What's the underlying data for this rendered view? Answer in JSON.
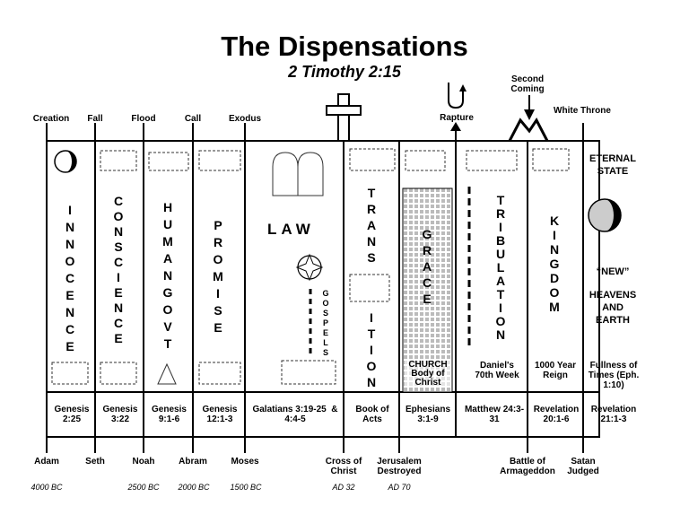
{
  "title": "The Dispensations",
  "subtitle": "2 Timothy 2:15",
  "top_labels": {
    "creation": "Creation",
    "fall": "Fall",
    "flood": "Flood",
    "call": "Call",
    "exodus": "Exodus",
    "rapture": "Rapture",
    "second_coming": "Second Coming",
    "white_throne": "White Throne"
  },
  "dispensations": {
    "innocence": "INNOCENCE",
    "conscience": "CONSCIENCE",
    "human_govt": "HUMAN GOVT",
    "promise": "PROMISE",
    "law": "LAW",
    "gospels": "GOSPELS",
    "trans": "TRANS",
    "ition": "ITION",
    "grace": "GRACE",
    "tribulation": "TRIBULATION",
    "kingdom": "KINGDOM",
    "eternal_state": "ETERNAL STATE",
    "new": "“NEW”",
    "heavens_and_earth": "HEAVENS AND EARTH"
  },
  "notes": {
    "church": "CHURCH Body of Christ",
    "daniels": "Daniel's 70th Week",
    "year_reign": "1000 Year Reign",
    "fullness": "Fullness of Times (Eph. 1:10)"
  },
  "references": {
    "innocence": "Genesis 2:25",
    "conscience": "Genesis 3:22",
    "human_govt": "Genesis 9:1-6",
    "promise": "Genesis 12:1-3",
    "law": "Galatians 3:19-25  &  4:4-5",
    "transition": "Book of Acts",
    "grace": "Ephesians 3:1-9",
    "tribulation": "Matthew 24:3-31",
    "kingdom": "Revelation 20:1-6",
    "eternal": "Revelation 21:1-3"
  },
  "bottom_labels": {
    "adam": "Adam",
    "seth": "Seth",
    "noah": "Noah",
    "abram": "Abram",
    "moses": "Moses",
    "cross": "Cross of Christ",
    "jerusalem": "Jerusalem Destroyed",
    "armageddon": "Battle of Armageddon",
    "satan": "Satan Judged"
  },
  "years": {
    "adam": "4000 BC",
    "noah": "2500 BC",
    "abram": "2000 BC",
    "moses": "1500 BC",
    "cross": "AD 32",
    "jerusalem": "AD 70"
  }
}
